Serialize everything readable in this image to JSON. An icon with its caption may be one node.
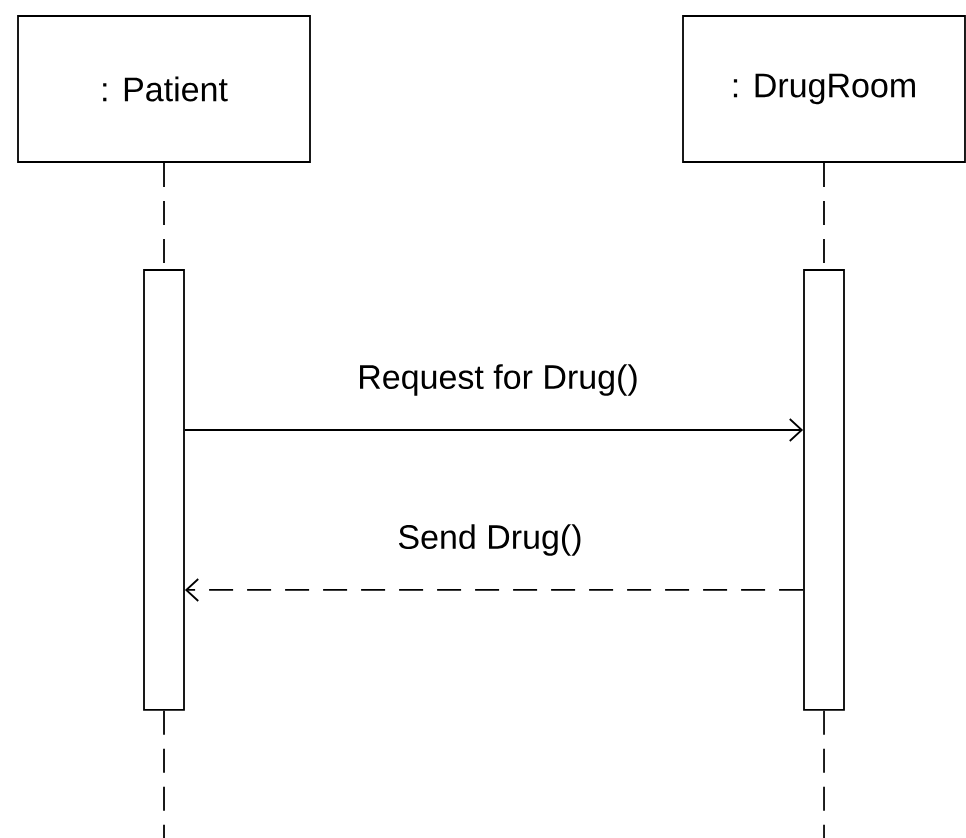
{
  "diagram": {
    "nodes": [
      {
        "text": [
          ": Patient"
        ]
      },
      {
        "text": [
          ": DrugRoom"
        ]
      },
      {
        "text": [],
        "shape": "bar"
      },
      {
        "text": [],
        "shape": "bar"
      }
    ],
    "edges": [
      {
        "from": 0,
        "to": 2,
        "arrow": "none",
        "style": "dashed"
      },
      {
        "from": 1,
        "to": 3,
        "arrow": "none",
        "style": "dashed"
      },
      {
        "from": 2,
        "to": null,
        "arrow": "none",
        "style": "dashed"
      },
      {
        "from": 3,
        "to": null,
        "arrow": "none",
        "style": "dashed"
      },
      {
        "from": 2,
        "to": 3,
        "arrow": "to",
        "label": "Request for Drug()"
      },
      {
        "from": 3,
        "to": 2,
        "arrow": "to",
        "label": "Send Drug()",
        "style": "dashed"
      }
    ]
  }
}
